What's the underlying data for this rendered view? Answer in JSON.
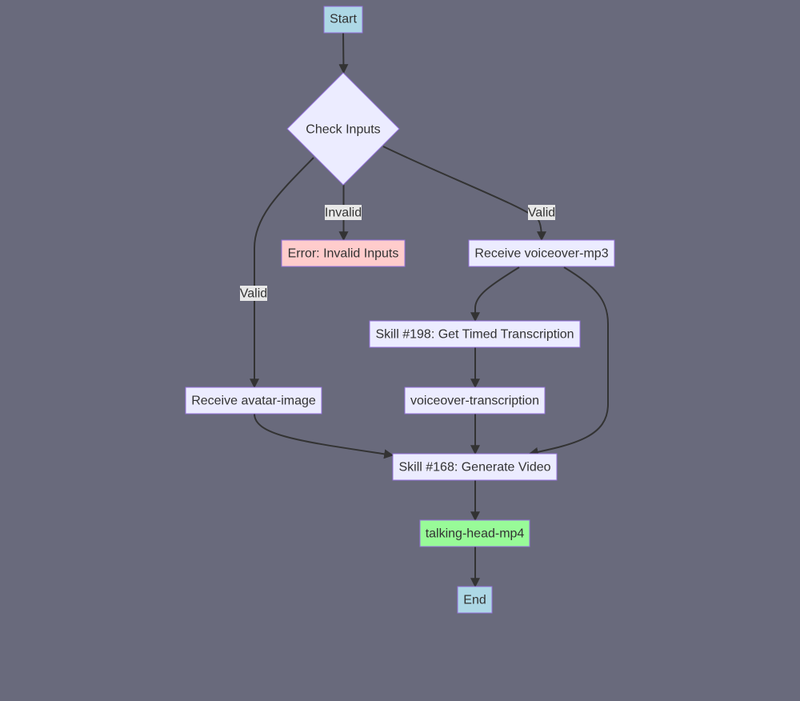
{
  "colors": {
    "background": "#696a7c",
    "default_fill": "#ececff",
    "terminal_fill": "#add8e6",
    "error_fill": "#ffcccc",
    "output_fill": "#98fb98",
    "border": "#9370db",
    "edge": "#333333",
    "edge_label_bg": "#e8e8e8"
  },
  "nodes": {
    "start": "Start",
    "check": "Check Inputs",
    "error": "Error: Invalid Inputs",
    "voiceover": "Receive voiceover-mp3",
    "skill198": "Skill #198: Get Timed Transcription",
    "avatar": "Receive avatar-image",
    "transcription": "voiceover-transcription",
    "skill168": "Skill #168: Generate Video",
    "output": "talking-head-mp4",
    "end": "End"
  },
  "edges": [
    {
      "from": "start",
      "to": "check",
      "label": ""
    },
    {
      "from": "check",
      "to": "error",
      "label": "Invalid"
    },
    {
      "from": "check",
      "to": "voiceover",
      "label": "Valid"
    },
    {
      "from": "check",
      "to": "avatar",
      "label": "Valid"
    },
    {
      "from": "voiceover",
      "to": "skill198",
      "label": ""
    },
    {
      "from": "voiceover",
      "to": "skill168",
      "label": ""
    },
    {
      "from": "skill198",
      "to": "transcription",
      "label": ""
    },
    {
      "from": "transcription",
      "to": "skill168",
      "label": ""
    },
    {
      "from": "avatar",
      "to": "skill168",
      "label": ""
    },
    {
      "from": "skill168",
      "to": "output",
      "label": ""
    },
    {
      "from": "output",
      "to": "end",
      "label": ""
    }
  ]
}
